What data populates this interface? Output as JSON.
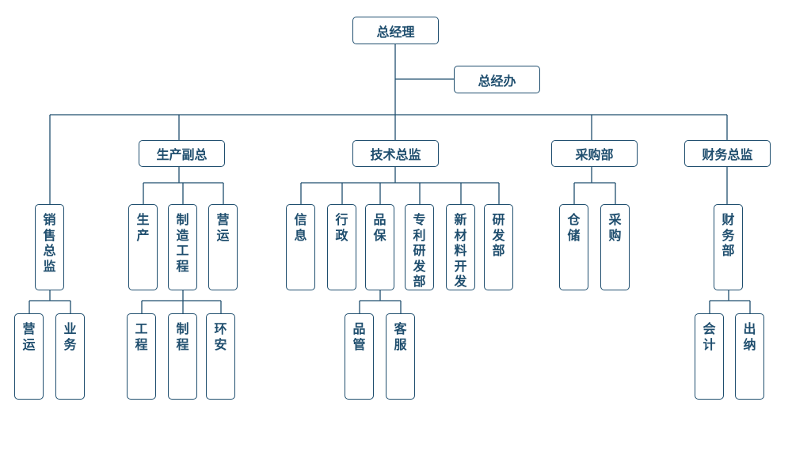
{
  "org": {
    "gm": "总经理",
    "gm_office": "总经办",
    "sales_director": "销售总监",
    "sales_ops": "营运",
    "sales_business": "业务",
    "production_vp": "生产副总",
    "production": "生产",
    "manufacturing_eng": "制造工程",
    "production_ops": "营运",
    "engineering": "工程",
    "process": "制程",
    "env_safety": "环安",
    "tech_director": "技术总监",
    "info": "信息",
    "admin": "行政",
    "qa": "品保",
    "patent_rd": "专利研发部",
    "new_material": "新材料开发",
    "rd_dept": "研发部",
    "qc": "品管",
    "customer_service": "客服",
    "purchasing": "采购部",
    "warehouse": "仓储",
    "buying": "采购",
    "finance_director": "财务总监",
    "finance_dept": "财务部",
    "accounting": "会计",
    "cashier": "出纳"
  },
  "colors": {
    "line": "#1f4e6e",
    "box_border": "#1f4e6e",
    "text": "#1f4e6e",
    "background": "#ffffff"
  }
}
